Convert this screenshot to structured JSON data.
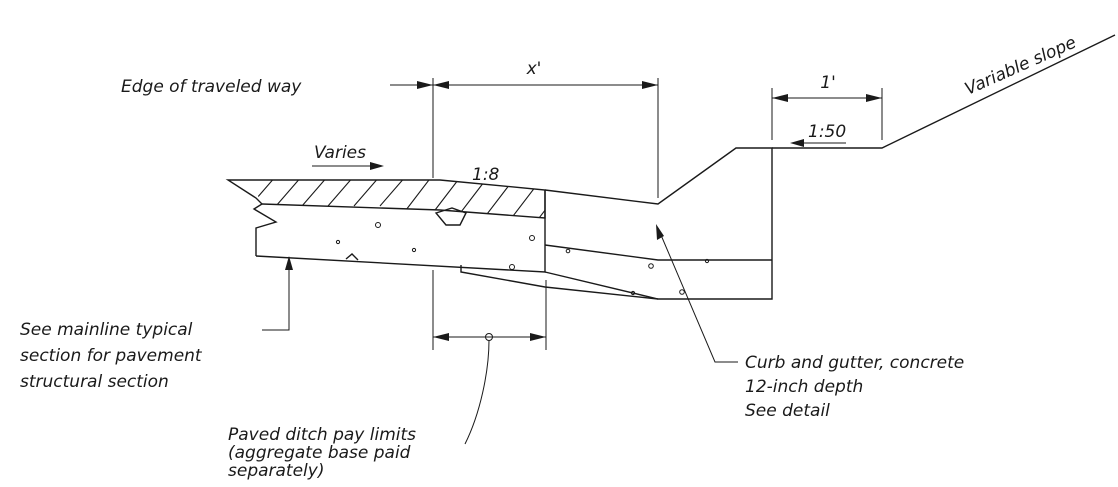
{
  "diagram": {
    "labels": {
      "edge_of_traveled_way": "Edge of traveled way",
      "x_dimension": "x'",
      "one_foot_dimension": "1'",
      "variable_slope": "Variable slope",
      "slope_1_50": "1:50",
      "varies": "Varies",
      "slope_1_8": "1:8",
      "see_mainline": [
        "See mainline typical",
        "section for pavement",
        "structural section"
      ],
      "curb_and_gutter": [
        "Curb and gutter, concrete",
        "12-inch depth",
        "See detail"
      ],
      "paved_ditch": [
        "Paved ditch pay limits",
        "(aggregate base paid",
        "separately)"
      ]
    }
  }
}
